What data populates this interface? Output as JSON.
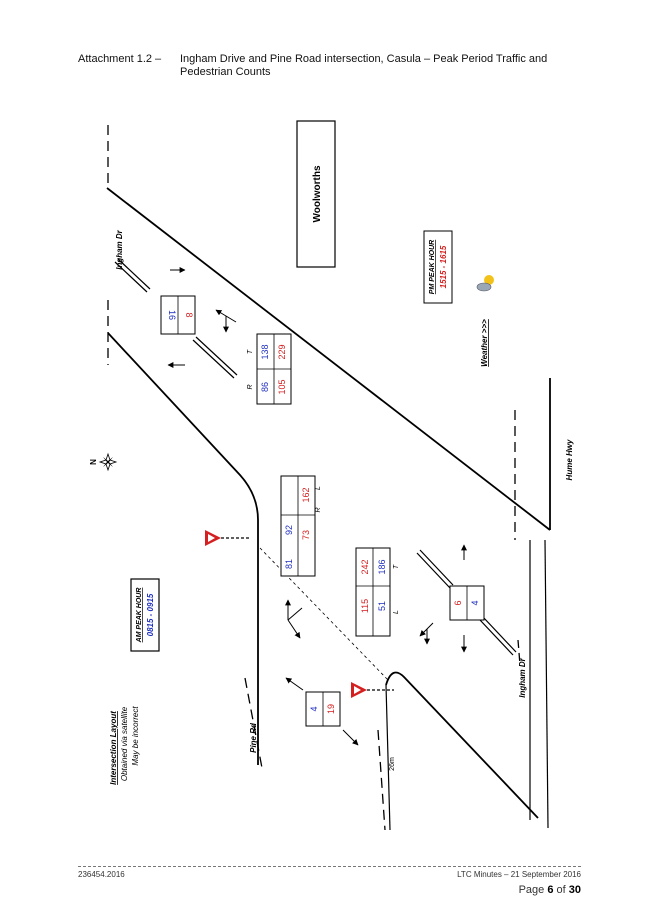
{
  "header": {
    "label": "Attachment 1.2 –",
    "title": "Ingham Drive and Pine Road intersection, Casula – Peak Period Traffic and Pedestrian Counts"
  },
  "labels": {
    "woolworths": "Woolworths",
    "ingham_dr_top": "Ingham Dr",
    "ingham_dr_bottom": "Ingham Dr",
    "hume_hwy": "Hume Hwy",
    "pine_rd": "Pine Rd",
    "weather": "Weather >>>",
    "north": "N",
    "dim_26m": "26m"
  },
  "pm_peak": {
    "title": "PM PEAK HOUR",
    "time": "1515 - 1615"
  },
  "am_peak": {
    "title": "AM PEAK HOUR",
    "time": "0815 - 0915"
  },
  "layout_note": {
    "title": "Intersection Layout",
    "line1": "Obtained via satellite",
    "line2": "May be incorrect"
  },
  "counts": {
    "box_top_ped": {
      "am": "16",
      "pm": "8"
    },
    "box_top_rt": {
      "label_r": "R",
      "label_t": "T",
      "am_r": "86",
      "pm_r": "105",
      "am_t": "138",
      "pm_t": "229"
    },
    "box_mid_lr": {
      "label_l": "L",
      "label_r": "R",
      "am_l": "92",
      "pm_l": "162",
      "am_r": "81",
      "pm_r": "73"
    },
    "box_mid_lt": {
      "label_l": "L",
      "label_t": "T",
      "am_l": "51",
      "pm_l": "115",
      "am_t": "186",
      "pm_t": "242"
    },
    "box_right_ped": {
      "am": "4",
      "pm": "6"
    },
    "box_bottom_ped": {
      "am": "4",
      "pm": "19"
    }
  },
  "colors": {
    "am": "#1f2fbf",
    "pm": "#d42020",
    "sign": "#d42020"
  },
  "footer": {
    "left": "236454.2016",
    "right": "LTC Minutes – 21 September 2016",
    "page_prefix": "Page ",
    "page_num": "6",
    "page_of": " of ",
    "page_total": "30"
  }
}
